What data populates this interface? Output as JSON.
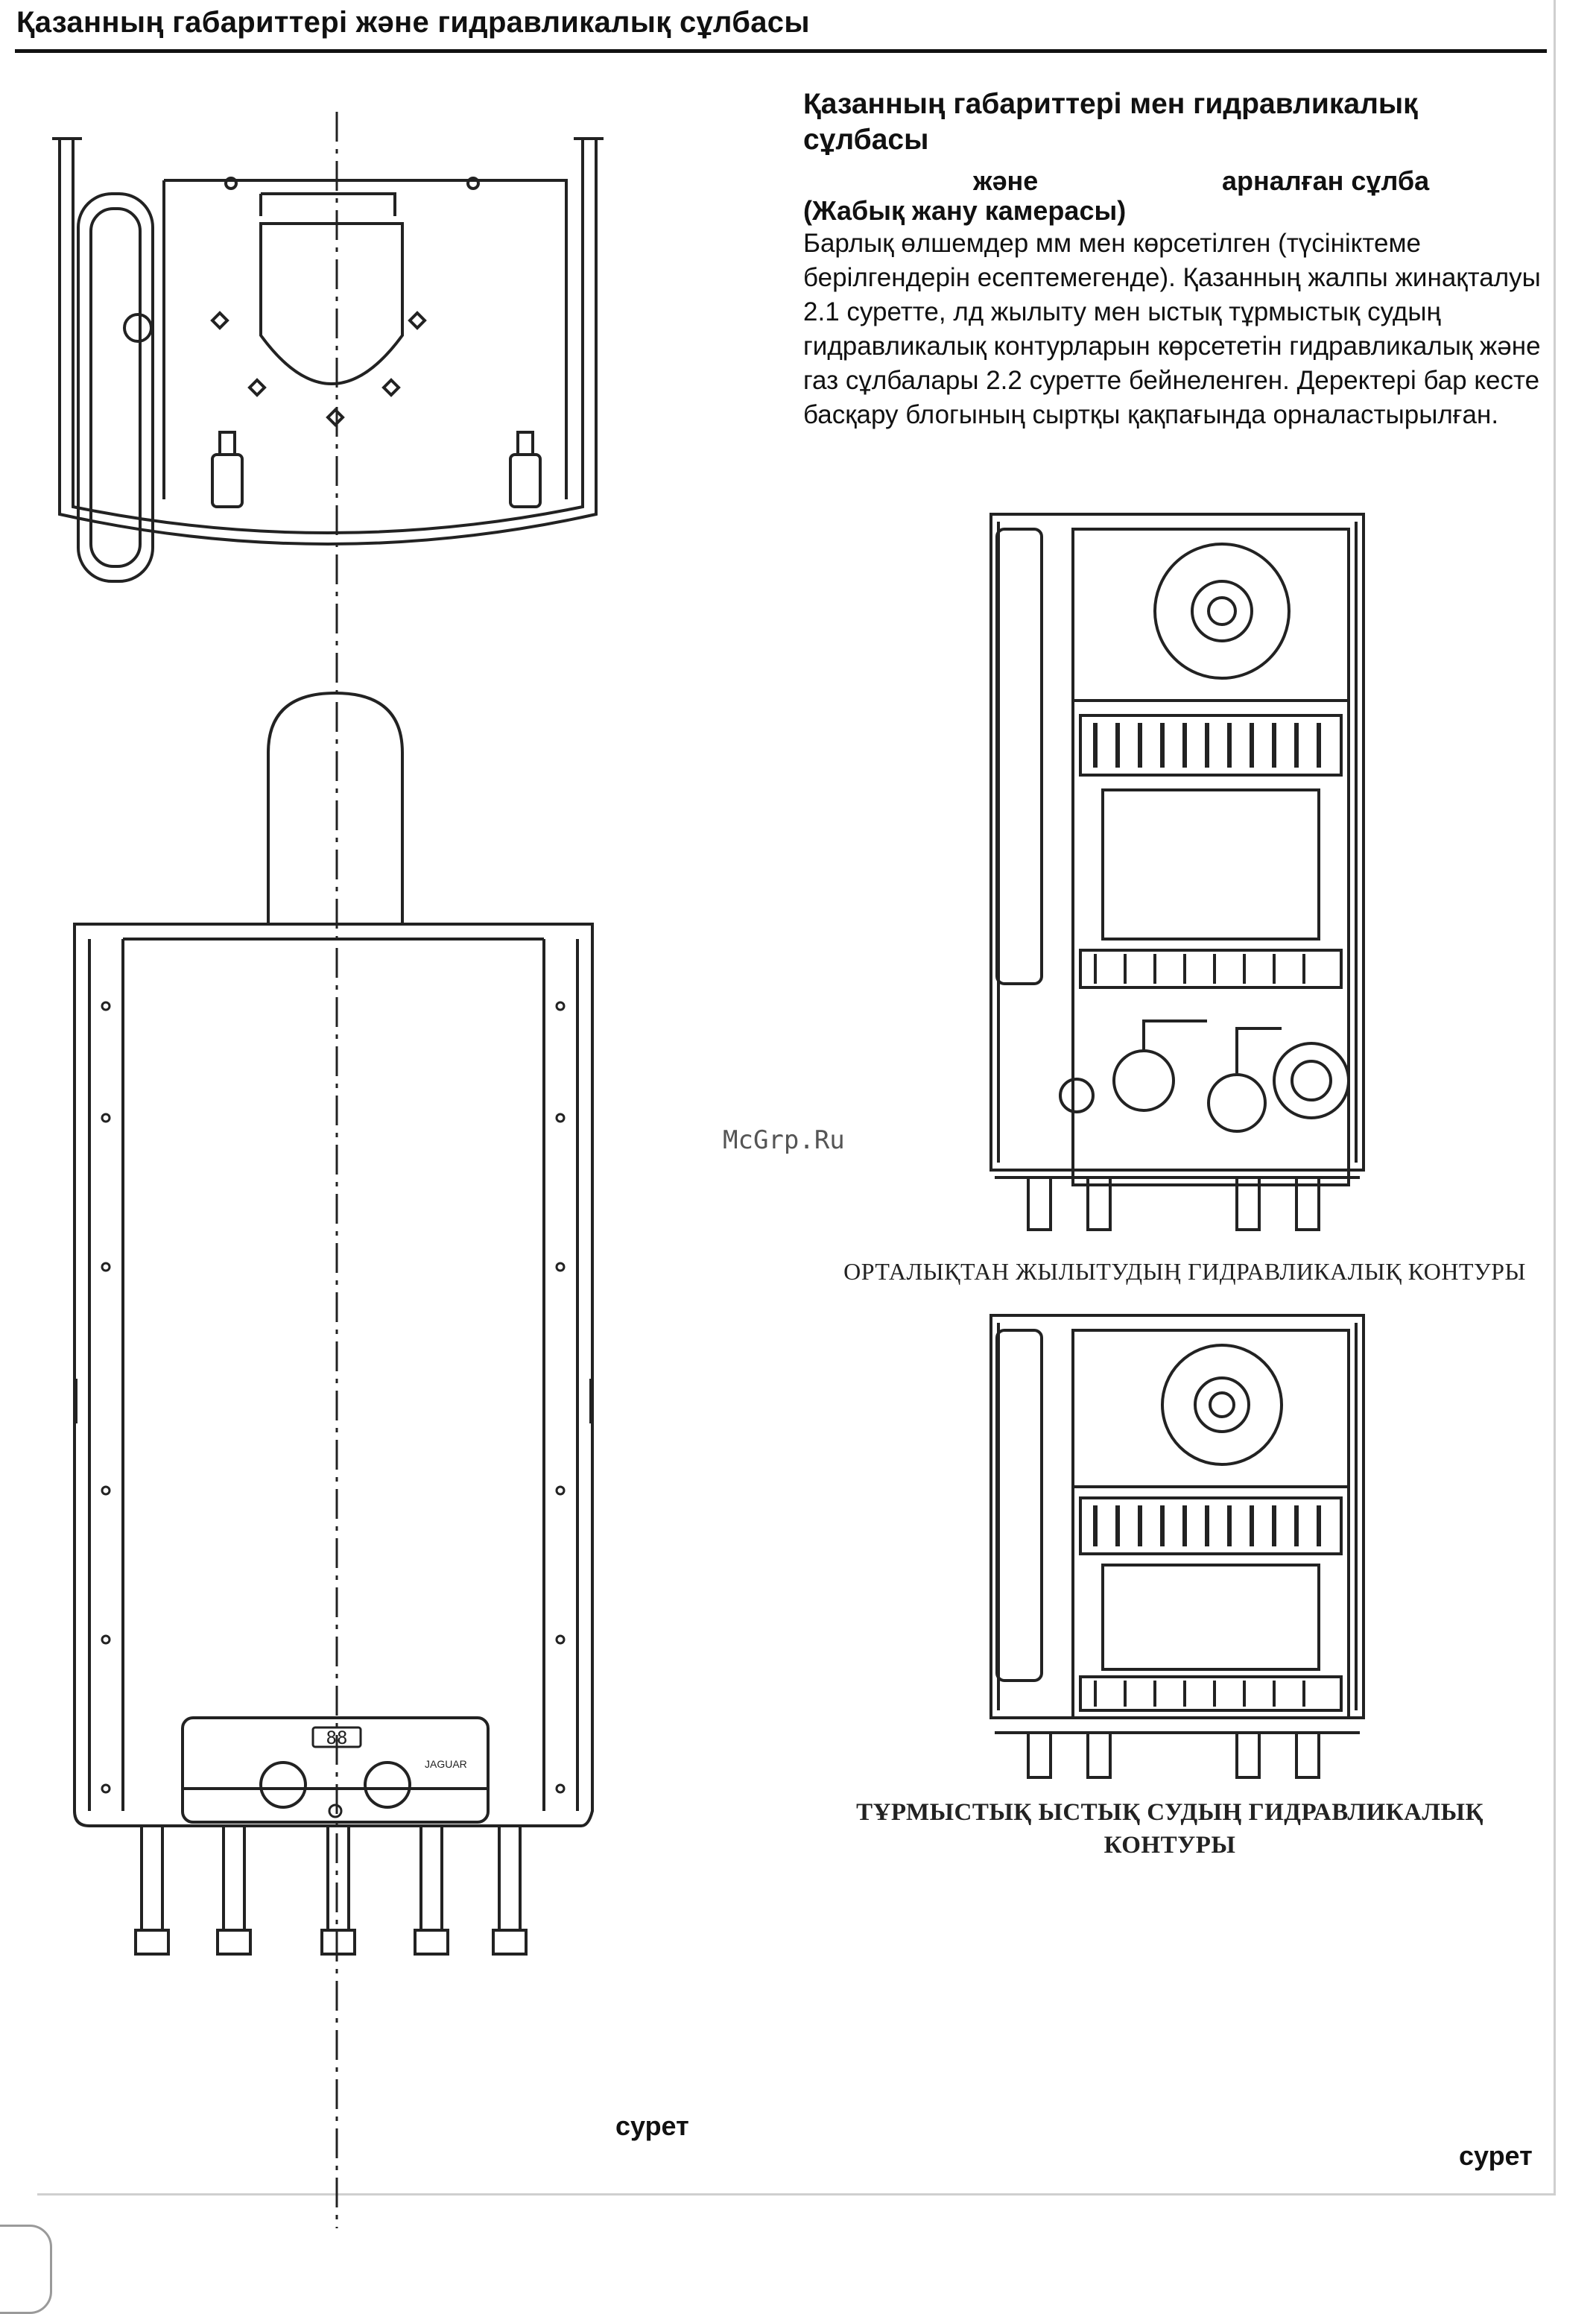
{
  "header": {
    "title": "Қазанның габариттері және гидравликалық сұлбасы"
  },
  "section": {
    "title": "Қазанның габариттері мен гидравликалық сұлбасы",
    "line_and": "және",
    "line_purpose": "арналған сұлба",
    "line_chamber": "(Жабық жану камерасы)",
    "paragraph": "Барлық өлшемдер мм мен көрсетілген (түсініктеме берілгендерін есептемегенде). Қазанның жалпы жинақталуы 2.1 суретте, лд жылыту мен ыстық тұрмыстық судың гидравликалық контурларын көрсететін гидравликалық және газ сұлбалары 2.2 суретте бейнеленген. Деректері бар кесте басқару блогының сыртқы қақпағында орналастырылған."
  },
  "figures": {
    "heating_caption": "ОРТАЛЫҚТАН ЖЫЛЫТУДЫҢ ГИДРАВЛИКАЛЫҚ КОНТУРЫ",
    "dhw_caption": "ТҰРМЫСТЫҚ ЫСТЫҚ СУДЫҢ ГИДРАВЛИКАЛЫҚ КОНТУРЫ",
    "fig_left_label": "сурет",
    "fig_right_label": "сурет"
  },
  "boiler_panel": {
    "display": "88",
    "brand": "JAGUAR"
  },
  "watermark": "McGrp.Ru"
}
